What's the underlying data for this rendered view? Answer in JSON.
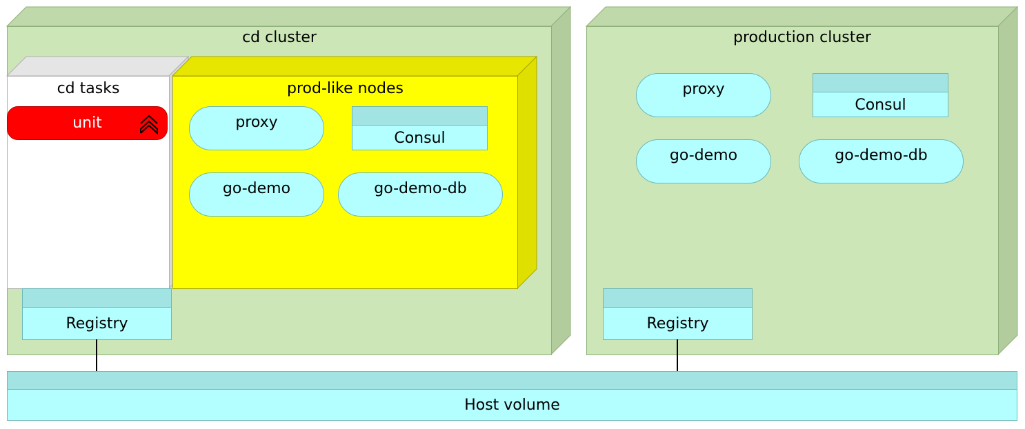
{
  "cd_cluster": {
    "title": "cd cluster",
    "cd_tasks": {
      "title": "cd tasks",
      "unit_label": "unit",
      "unit_icon": "chevron-up-icon"
    },
    "prod_like_nodes": {
      "title": "prod-like nodes",
      "proxy": "proxy",
      "consul": "Consul",
      "go_demo": "go-demo",
      "go_demo_db": "go-demo-db"
    },
    "registry": "Registry"
  },
  "production_cluster": {
    "title": "production cluster",
    "proxy": "proxy",
    "consul": "Consul",
    "go_demo": "go-demo",
    "go_demo_db": "go-demo-db",
    "registry": "Registry"
  },
  "host_volume": "Host volume",
  "colors": {
    "cluster_fill": "#cce6b8",
    "prod_like_fill": "#ffff00",
    "component_fill": "#b3ffff",
    "component_header": "#a2e4e4",
    "unit_fill": "#ff0000"
  }
}
